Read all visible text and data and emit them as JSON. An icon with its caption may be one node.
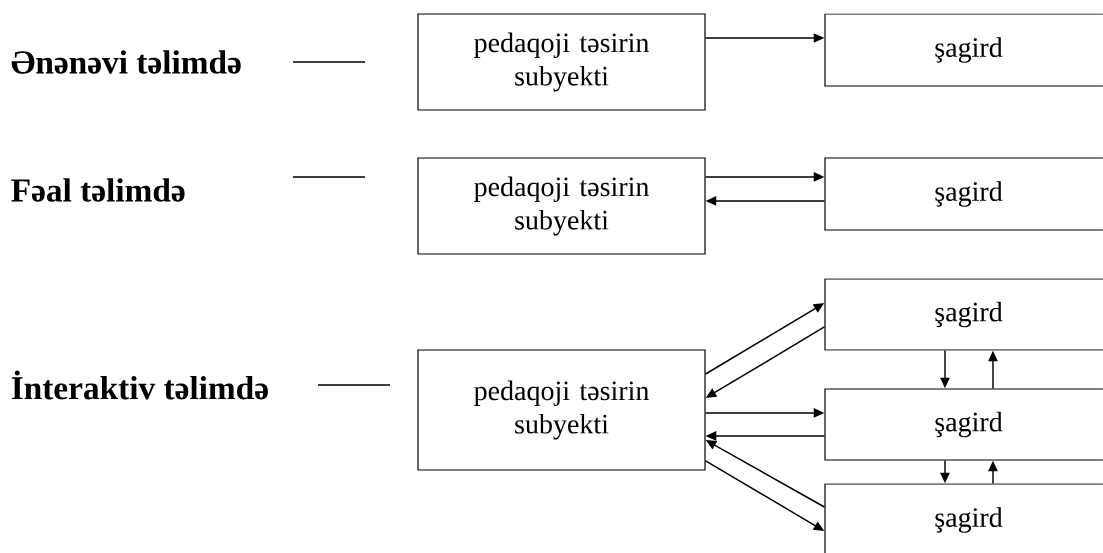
{
  "diagram": {
    "nodes": [
      {
        "text": [
          "pedaqoji təsirin subyekti"
        ]
      },
      {
        "text": [
          "şagird"
        ]
      },
      {
        "text": [
          "pedaqoji təsirin subyekti"
        ]
      },
      {
        "text": [
          "şagird"
        ]
      },
      {
        "text": [
          "pedaqoji təsirin subyekti"
        ]
      },
      {
        "text": [
          "şagird"
        ]
      },
      {
        "text": [
          "şagird"
        ]
      },
      {
        "text": [
          "şagird"
        ]
      }
    ],
    "edges": [
      {
        "from": 0,
        "to": 1,
        "arrow": "to"
      },
      {
        "from": 2,
        "to": 3,
        "arrow": "to"
      },
      {
        "from": 3,
        "to": 2,
        "arrow": "to"
      },
      {
        "from": 4,
        "to": 5,
        "arrow": "to"
      },
      {
        "from": 5,
        "to": 4,
        "arrow": "to"
      },
      {
        "from": 4,
        "to": 6,
        "arrow": "to"
      },
      {
        "from": 6,
        "to": 4,
        "arrow": "to"
      },
      {
        "from": 5,
        "to": 6,
        "arrow": "to"
      },
      {
        "from": 6,
        "to": 5,
        "arrow": "to"
      },
      {
        "from": 4,
        "to": 7,
        "arrow": "to"
      },
      {
        "from": 7,
        "to": 4,
        "arrow": "to"
      },
      {
        "from": 6,
        "to": 7,
        "arrow": "to"
      },
      {
        "from": 7,
        "to": 6,
        "arrow": "to"
      }
    ],
    "labels": [
      "Ənənəvi təlimdə",
      "Fəal təlimdə",
      "İnteraktiv təlimdə"
    ]
  }
}
